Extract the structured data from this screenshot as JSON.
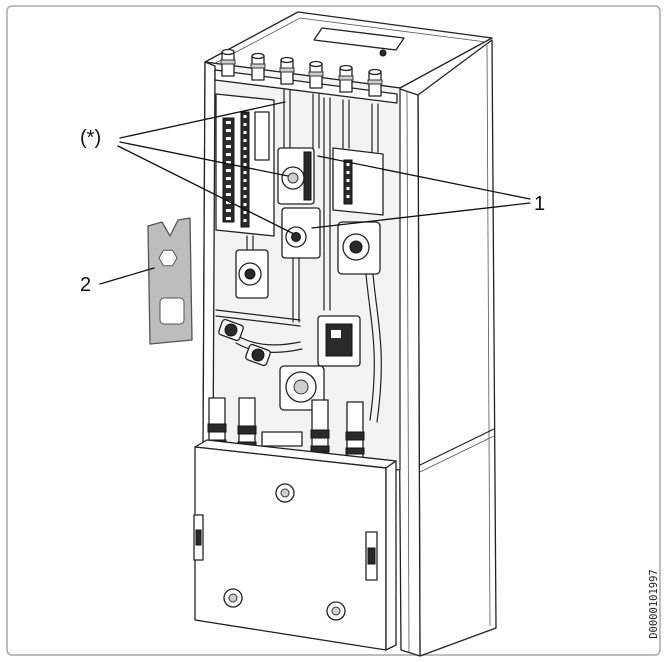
{
  "callouts": {
    "asterisk": "(*)",
    "item_1": "1",
    "item_2": "2"
  },
  "document_code": "D0000101997",
  "colors": {
    "line": "#222222",
    "gasket": "#bdbdbd",
    "frame_border": "#a8a8a8"
  }
}
